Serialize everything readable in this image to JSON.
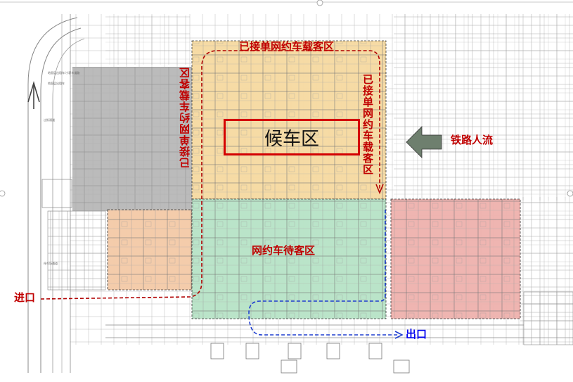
{
  "labels": {
    "top_pickup": "已接单网约车载客区",
    "left_pickup": "已接单网约车载客区",
    "right_pickup": "已接单网约车载客区",
    "waiting_hall": "候车区",
    "waiting_cars": "网约车待客区",
    "rail_flow": "铁路人流",
    "entrance": "进口",
    "exit": "出口"
  },
  "tiny_notes": [
    "地面层出租车/小客车道路",
    "地面层出租车",
    "过街通道",
    "停车场通道"
  ],
  "colors": {
    "pickup_zone": "#f5d9a0",
    "waiting_zone": "#b6e3c6",
    "west_zone": "#f3c9a6",
    "east_zone": "#eeb1ad",
    "left_building": "#b4b4b4",
    "arrow": "#6e7f6e",
    "red_text": "#c00000",
    "blue_text": "#0000ee"
  }
}
